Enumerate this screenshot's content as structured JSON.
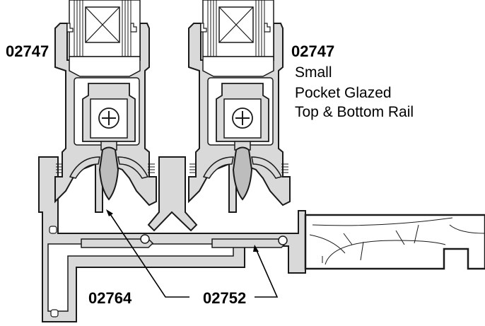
{
  "labels": {
    "code_top_left": "02747",
    "code_top_right": "02747",
    "description_lines": [
      "Small",
      "Pocket Glazed",
      "Top & Bottom Rail"
    ],
    "code_bottom_left": "02764",
    "code_bottom_center": "02752"
  },
  "colors": {
    "outline": "#1a1a1a",
    "profile_fill": "#d9d9d9",
    "glass_fill": "#ffffff",
    "background": "#ffffff"
  }
}
